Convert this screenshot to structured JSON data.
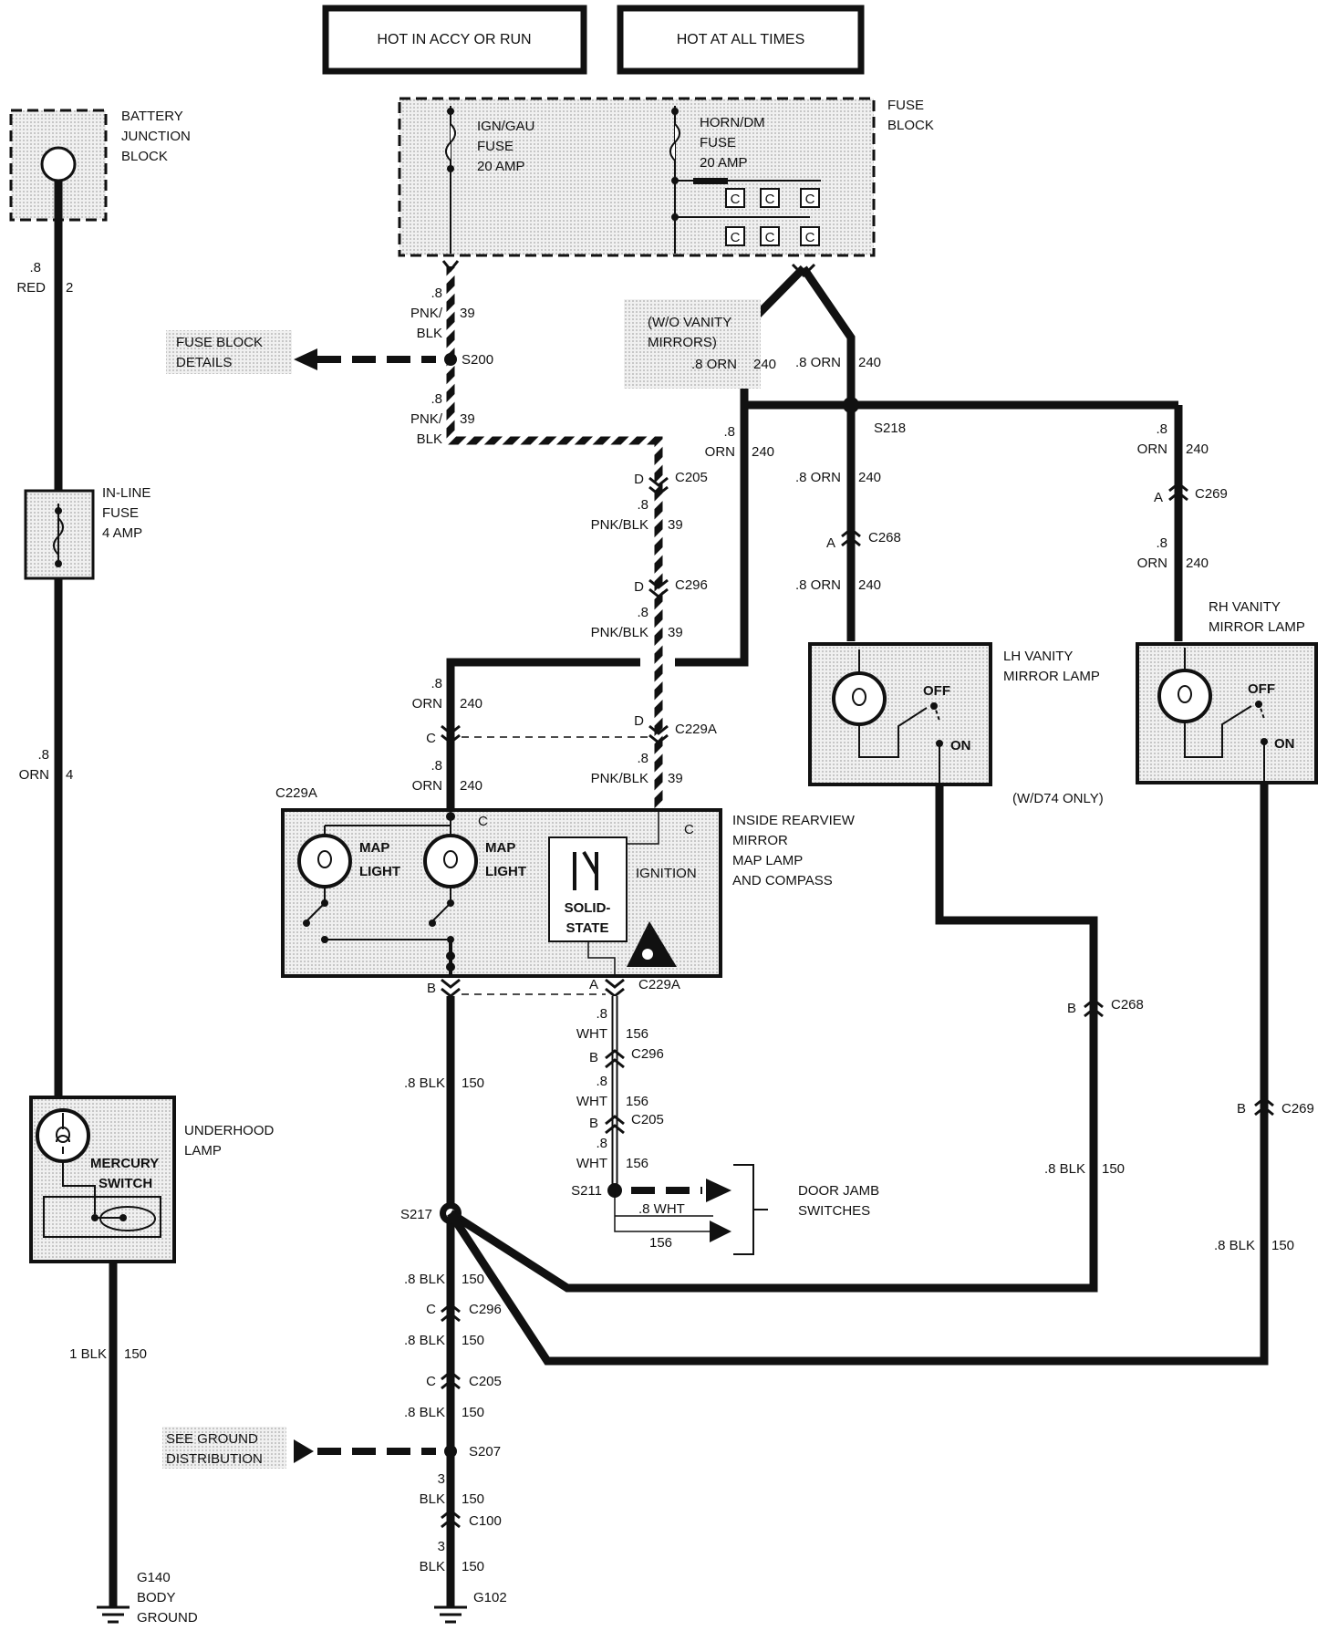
{
  "header": {
    "hot_accy_run": "HOT IN ACCY OR RUN",
    "hot_all_times": "HOT AT ALL TIMES"
  },
  "battery_junction": {
    "l1": "BATTERY",
    "l2": "JUNCTION",
    "l3": "BLOCK"
  },
  "fuse_block": {
    "l1": "FUSE",
    "l2": "BLOCK",
    "ign_gau": {
      "l1": "IGN/GAU",
      "l2": "FUSE",
      "l3": "20 AMP"
    },
    "horn_dm": {
      "l1": "HORN/DM",
      "l2": "FUSE",
      "l3": "20 AMP"
    },
    "conn": "C"
  },
  "fuse_block_details": {
    "l1": "FUSE BLOCK",
    "l2": "DETAILS"
  },
  "inline_fuse": {
    "l1": "IN-LINE",
    "l2": "FUSE",
    "l3": "4 AMP"
  },
  "wires": {
    "red_size": ".8",
    "red_color": "RED",
    "red_circuit": "2",
    "orn4_size": ".8",
    "orn4_color": "ORN",
    "orn4_circuit": "4",
    "pnk_size": ".8",
    "pnk_color1": "PNK/",
    "pnk_color2": "BLK",
    "pnk_circuit": "39",
    "pnkblk": "PNK/BLK",
    "orn": "ORN",
    "orn_circuit": "240",
    "orn_full": ".8 ORN",
    "size8": ".8",
    "wht": "WHT",
    "wht_circuit": "156",
    "wht_full": ".8 WHT",
    "blk": "BLK",
    "blk_full": ".8 BLK",
    "blk_circuit": "150",
    "blk1": "1 BLK",
    "size3": "3"
  },
  "splices": {
    "s200": "S200",
    "s218": "S218",
    "s211": "S211",
    "s217": "S217",
    "s207": "S207"
  },
  "connectors": {
    "c205": "C205",
    "c296": "C296",
    "c229a": "C229A",
    "c268": "C268",
    "c269": "C269",
    "c100": "C100",
    "pin_a": "A",
    "pin_b": "B",
    "pin_c": "C",
    "pin_d": "D"
  },
  "wo_vanity": {
    "l1": "(W/O VANITY",
    "l2": "MIRRORS)"
  },
  "lh_vanity": {
    "l1": "LH VANITY",
    "l2": "MIRROR LAMP",
    "off": "OFF",
    "on": "ON"
  },
  "rh_vanity": {
    "l1": "RH VANITY",
    "l2": "MIRROR LAMP",
    "off": "OFF",
    "on": "ON"
  },
  "w_d74": "(W/D74 ONLY)",
  "mirror": {
    "l1": "INSIDE REARVIEW",
    "l2": "MIRROR",
    "l3": "MAP LAMP",
    "l4": "AND COMPASS",
    "map": "MAP",
    "light": "LIGHT",
    "ignition": "IGNITION",
    "solid": "SOLID-",
    "state": "STATE"
  },
  "underhood": {
    "l1": "UNDERHOOD",
    "l2": "LAMP",
    "m1": "MERCURY",
    "m2": "SWITCH"
  },
  "door_jamb": {
    "l1": "DOOR JAMB",
    "l2": "SWITCHES"
  },
  "ground_dist": {
    "l1": "SEE GROUND",
    "l2": "DISTRIBUTION"
  },
  "grounds": {
    "g140": "G140",
    "body": "BODY",
    "ground": "GROUND",
    "g102": "G102"
  }
}
